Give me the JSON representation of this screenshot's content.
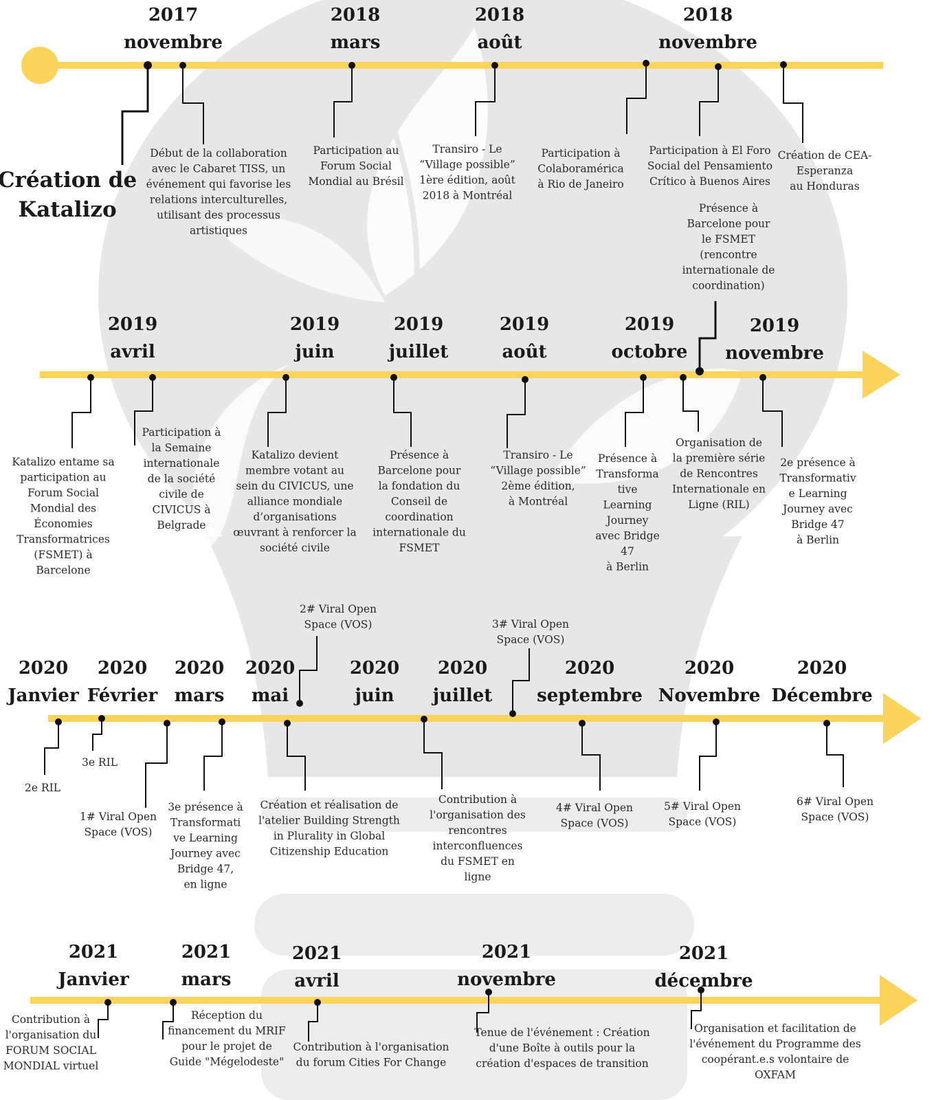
{
  "colors": {
    "line": "#FCD45A",
    "ink": "#111111",
    "watermark": "#e7e7e7"
  },
  "title": [
    "Création de",
    "Katalizo"
  ],
  "rows": [
    {
      "headers": [
        {
          "year": "2017",
          "month": "novembre"
        },
        {
          "year": "2018",
          "month": "mars"
        },
        {
          "year": "2018",
          "month": "août"
        },
        {
          "year": "2018",
          "month": "novembre"
        }
      ],
      "events": [
        {
          "text": [
            "Début de la collaboration",
            "avec le Cabaret TISS, un",
            "événement qui favorise les",
            "relations interculturelles,",
            "utilisant des processus",
            "artistiques"
          ]
        },
        {
          "text": [
            "Participation au",
            "Forum Social",
            "Mondial au Brésil"
          ]
        },
        {
          "text": [
            "Transiro - Le",
            "“Village possible”",
            "1ère édition, août",
            "2018 à Montréal"
          ]
        },
        {
          "text": [
            "Participation à",
            "Colaboramérica",
            "à Rio de Janeiro"
          ]
        },
        {
          "text": [
            "Participation à El Foro",
            "Social del Pensamiento",
            "Crítico à Buenos Aires"
          ]
        },
        {
          "text": [
            "Création de CEA-",
            "Esperanza",
            "au Honduras"
          ]
        },
        {
          "text": [
            "Présence à",
            "Barcelone pour",
            "le FSMET",
            "(rencontre",
            "internationale de",
            "coordination)"
          ]
        }
      ]
    },
    {
      "headers": [
        {
          "year": "2019",
          "month": "avril"
        },
        {
          "year": "2019",
          "month": "juin"
        },
        {
          "year": "2019",
          "month": "juillet"
        },
        {
          "year": "2019",
          "month": "août"
        },
        {
          "year": "2019",
          "month": "octobre"
        },
        {
          "year": "2019",
          "month": "novembre"
        }
      ],
      "events": [
        {
          "text": [
            "Katalizo entame sa",
            "participation au",
            "Forum Social",
            "Mondial des",
            "Économies",
            "Transformatrices",
            "(FSMET) à",
            "Barcelone"
          ]
        },
        {
          "text": [
            "Participation à",
            "la Semaine",
            "internationale",
            "de la société",
            "civile de",
            "CIVICUS à",
            "Belgrade"
          ]
        },
        {
          "text": [
            "Katalizo devient",
            "membre votant au",
            "sein du CIVICUS, une",
            "alliance mondiale",
            "d’organisations",
            "œuvrant à renforcer la",
            "société civile"
          ]
        },
        {
          "text": [
            "Présence à",
            "Barcelone pour",
            "la fondation du",
            "Conseil de",
            "coordination",
            "internationale du",
            "FSMET"
          ]
        },
        {
          "text": [
            "Transiro - Le",
            "“Village possible”",
            "2ème édition,",
            "à Montréal"
          ]
        },
        {
          "text": [
            "Présence à",
            "Transforma",
            "tive",
            "Learning",
            "Journey",
            "avec Bridge",
            "47",
            "à Berlin"
          ]
        },
        {
          "text": [
            "Organisation de",
            "la première série",
            "de  Rencontres",
            "Internationale en",
            "Ligne (RIL)"
          ]
        },
        {
          "text": [
            "2e présence à",
            "Transformativ",
            "e Learning",
            "Journey  avec",
            "Bridge 47",
            "à Berlin"
          ]
        }
      ]
    },
    {
      "headers": [
        {
          "year": "2020",
          "month": "Janvier"
        },
        {
          "year": "2020",
          "month": "Février"
        },
        {
          "year": "2020",
          "month": "mars"
        },
        {
          "year": "2020",
          "month": "mai"
        },
        {
          "year": "2020",
          "month": "juin"
        },
        {
          "year": "2020",
          "month": "juillet"
        },
        {
          "year": "2020",
          "month": "septembre"
        },
        {
          "year": "2020",
          "month": "Novembre"
        },
        {
          "year": "2020",
          "month": "Décembre"
        }
      ],
      "events": [
        {
          "text": [
            "2e RIL"
          ]
        },
        {
          "text": [
            "3e RIL"
          ]
        },
        {
          "text": [
            "1# Viral Open",
            "Space (VOS)"
          ]
        },
        {
          "text": [
            "3e présence à",
            "Transformati",
            "ve Learning",
            "Journey  avec",
            "Bridge 47,",
            "en ligne"
          ]
        },
        {
          "text": [
            "2# Viral Open",
            "Space (VOS)"
          ]
        },
        {
          "text": [
            "Création et réalisation de",
            "l'atelier  Building Strength",
            "in Plurality in Global",
            "Citizenship Education"
          ]
        },
        {
          "text": [
            "Contribution à",
            "l'organisation des",
            "rencontres",
            "interconfluences",
            "du FSMET en",
            "ligne"
          ]
        },
        {
          "text": [
            "3# Viral Open",
            "Space (VOS)"
          ]
        },
        {
          "text": [
            "4# Viral Open",
            "Space (VOS)"
          ]
        },
        {
          "text": [
            "5# Viral Open",
            "Space (VOS)"
          ]
        },
        {
          "text": [
            "6# Viral Open",
            "Space (VOS)"
          ]
        }
      ]
    },
    {
      "headers": [
        {
          "year": "2021",
          "month": "Janvier"
        },
        {
          "year": "2021",
          "month": "mars"
        },
        {
          "year": "2021",
          "month": "avril"
        },
        {
          "year": "2021",
          "month": "novembre"
        },
        {
          "year": "2021",
          "month": "décembre"
        }
      ],
      "events": [
        {
          "text": [
            "Contribution à",
            "l'organisation du",
            "FORUM SOCIAL",
            "MONDIAL virtuel"
          ]
        },
        {
          "text": [
            "Réception du",
            "financement du MRIF",
            "pour le projet de",
            "Guide \"Mégelodeste\""
          ]
        },
        {
          "text": [
            "Contribution à l'organisation",
            "du forum Cities For Change"
          ]
        },
        {
          "text": [
            "Tenue de l'événement : Création",
            "d'une Boîte à outils pour la",
            "création d'espaces de transition"
          ]
        },
        {
          "text": [
            "Organisation et facilitation de",
            "l'événement du Programme des",
            "coopérant.e.s volontaire de",
            "OXFAM"
          ]
        }
      ]
    }
  ]
}
